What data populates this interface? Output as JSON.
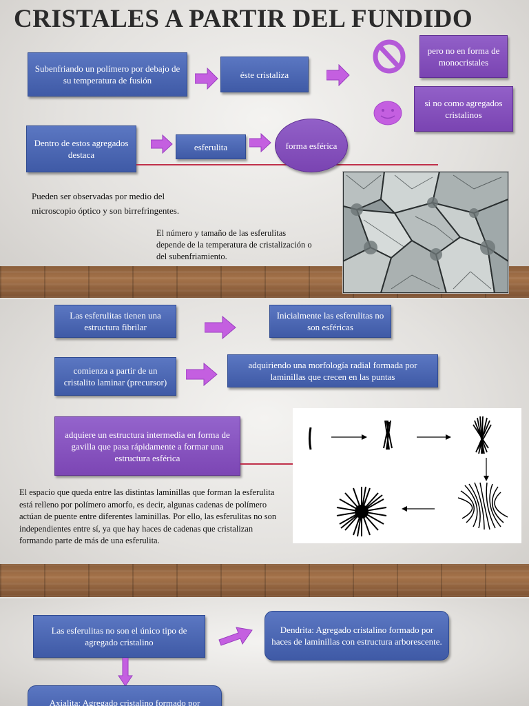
{
  "slide1": {
    "title": "CRISTALES A PARTIR DEL FUNDIDO",
    "box_subenfriando": "Subenfriando un polímero por debajo de su temperatura de fusión",
    "box_cristaliza": "éste cristaliza",
    "box_monocristales": "pero no en forma de monocristales",
    "box_agregados": "si no como agregados cristalinos",
    "box_dentro": "Dentro de estos agregados destaca",
    "box_esferulita": "esferulita",
    "oval_forma": "forma esférica",
    "text_observadas": "Pueden ser observadas por medio del microscopio óptico y son birrefringentes.",
    "text_numero": "El número y tamaño de las esferulitas depende de la temperatura de cristalización o del subenfriamiento."
  },
  "slide2": {
    "box_fibrilar": "Las esferulitas tienen una estructura fibrilar",
    "box_inicialmente": "Inicialmente las esferulitas no son esféricas",
    "box_comienza": "comienza a partir de un cristalito laminar (precursor)",
    "box_adquiriendo": "adquiriendo una morfología radial formada por laminillas que crecen en las puntas",
    "box_adquiere": "adquiere un estructura intermedia en forma de gavilla que pasa rápidamente a formar una estructura esférica",
    "text_espacio": "El espacio que queda entre las distintas laminillas que forman la esferulita está relleno por polímero amorfo, es decir, algunas cadenas de polímero actúan de puente entre diferentes laminillas. Por ello, las esferulitas no son independientes entre sí, ya que hay haces de cadenas que cristalizan formando parte de más de una esferulita."
  },
  "slide3": {
    "box_unico": "Las esferulitas no son el único tipo de agregado cristalino",
    "box_dendrita": "Dendrita: Agregado cristalino formado por haces de laminillas con estructura arborescente.",
    "box_axialita": "Axialita: Agregado cristalino formado por"
  },
  "colors": {
    "blue": "#4a66b3",
    "purple": "#8450bd",
    "accent_line": "#c0304a",
    "arrow": "#c45fe0"
  },
  "icons": [
    "no-symbol-icon",
    "smiley-icon",
    "right-arrow-icon",
    "down-arrow-icon"
  ]
}
